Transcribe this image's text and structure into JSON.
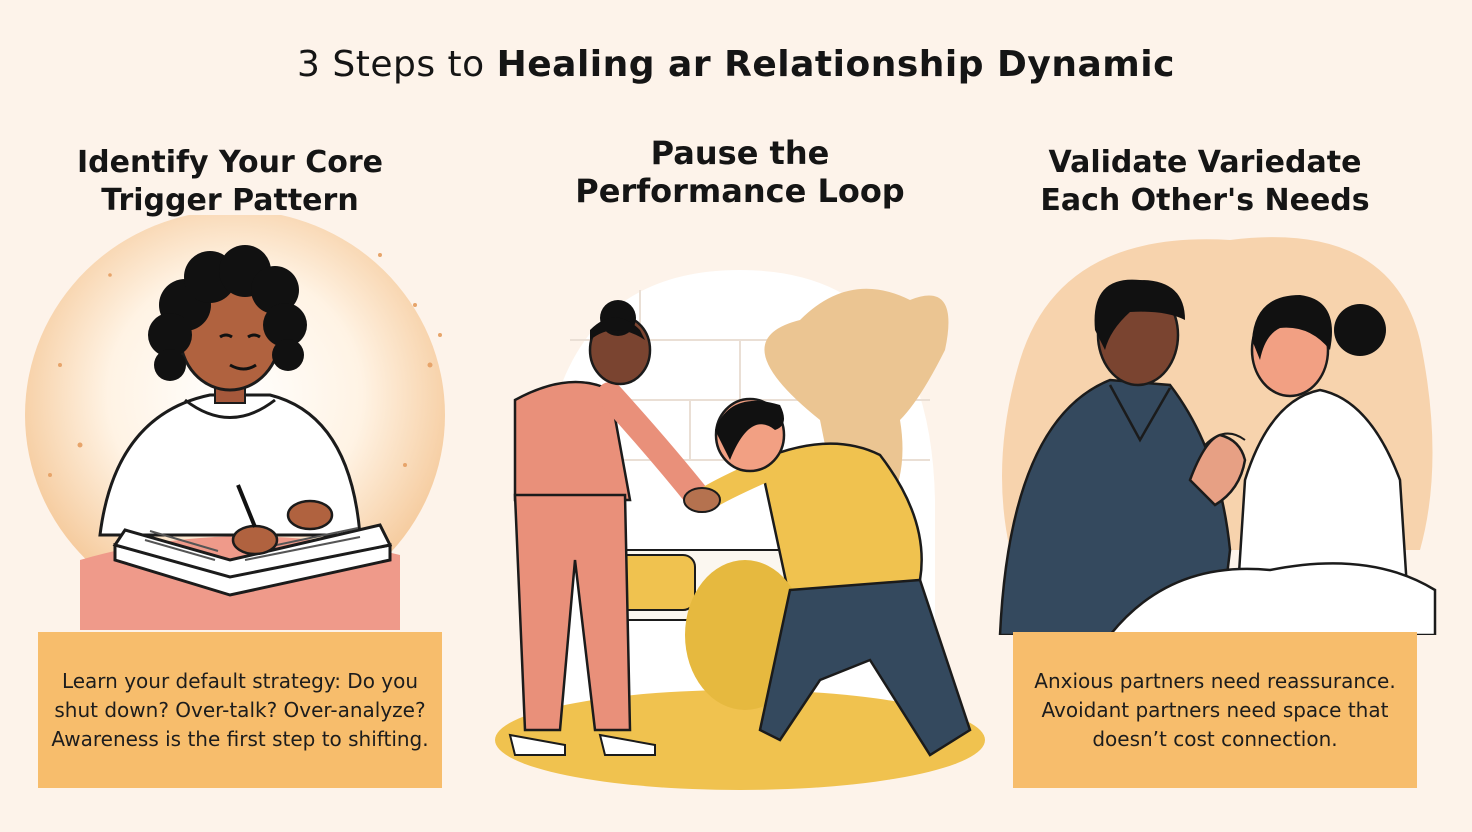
{
  "title": {
    "light": "3 Steps to ",
    "bold": "Healing ar Relationship Dynamic"
  },
  "steps": [
    {
      "heading_line1": "Identify Your Core",
      "heading_line2": "Trigger Pattern",
      "body": "Learn your default strategy: Do you shut down? Over-talk? Over-analyze? Awareness is the first step to shifting."
    },
    {
      "heading_line1": "Pause the",
      "heading_line2": "Performance Loop"
    },
    {
      "heading_line1": "Validate  Variedate",
      "heading_line2": "Each Other's Needs",
      "body": "Anxious partners need reassurance. Avoidant partners need space that doesn’t cost connection."
    }
  ],
  "colors": {
    "background": "#fdf3ea",
    "card": "#f7bd6c",
    "accent_yellow": "#f0c24f",
    "accent_salmon": "#e9907a",
    "navy": "#34495e"
  }
}
